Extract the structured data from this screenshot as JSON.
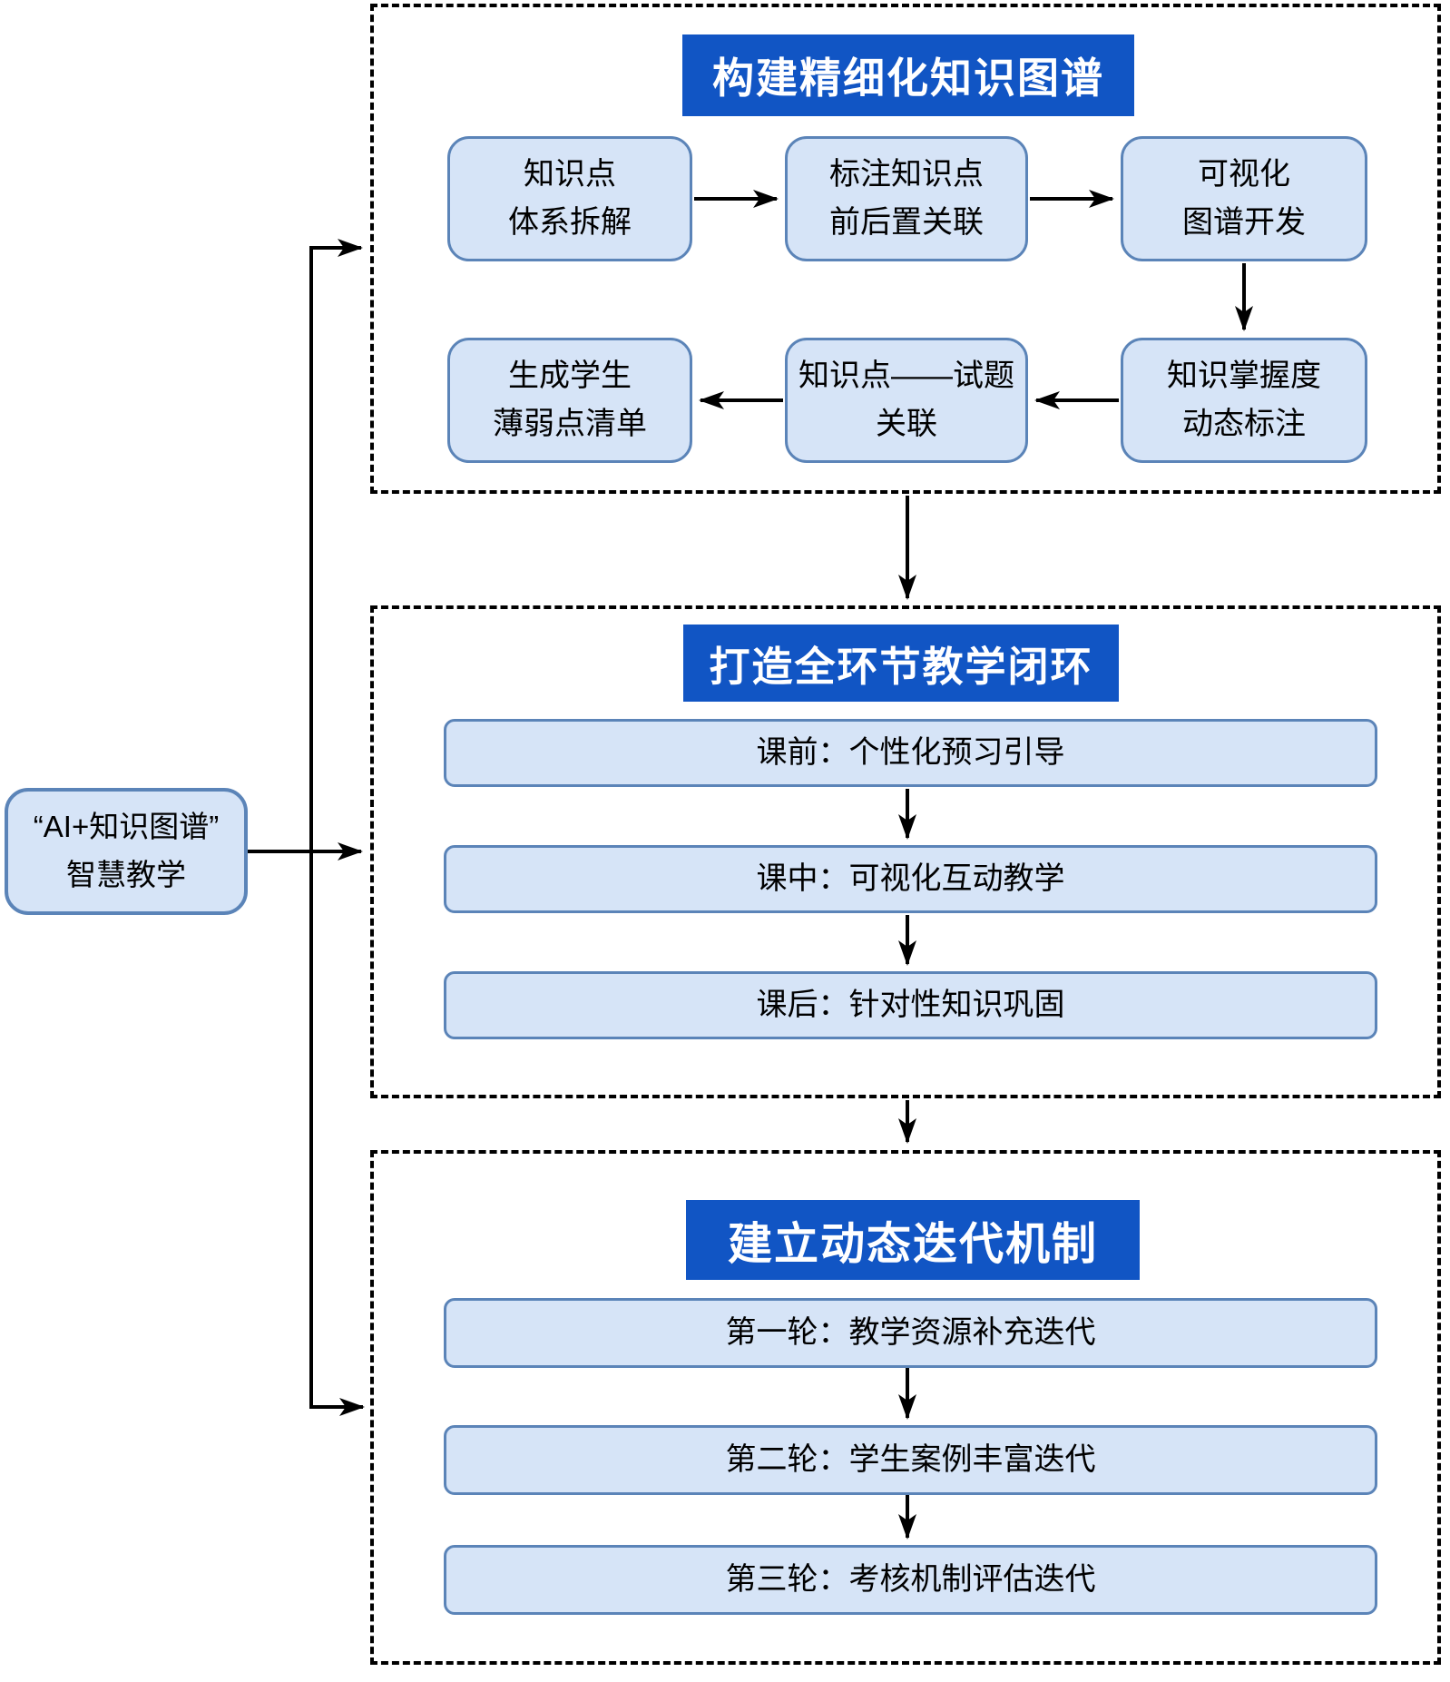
{
  "colors": {
    "node_fill": "#d6e4f7",
    "node_border": "#5b84b8",
    "title_bg": "#1155c4",
    "title_text": "#ffffff",
    "arrow": "#000000",
    "dashed_border": "#000000"
  },
  "root_node": {
    "label": "“AI+知识图谱”\n智慧教学"
  },
  "sections": [
    {
      "id": "build-knowledge-graph",
      "title": "构建精细化知识图谱",
      "row1": [
        {
          "label": "知识点\n体系拆解"
        },
        {
          "label": "标注知识点\n前后置关联"
        },
        {
          "label": "可视化\n图谱开发"
        }
      ],
      "row2": [
        {
          "label": "生成学生\n薄弱点清单"
        },
        {
          "label": "知识点——试题\n关联"
        },
        {
          "label": "知识掌握度\n动态标注"
        }
      ]
    },
    {
      "id": "teaching-loop",
      "title": "打造全环节教学闭环",
      "steps": [
        {
          "label": "课前：个性化预习引导"
        },
        {
          "label": "课中：可视化互动教学"
        },
        {
          "label": "课后：针对性知识巩固"
        }
      ]
    },
    {
      "id": "iteration-mechanism",
      "title": "建立动态迭代机制",
      "steps": [
        {
          "label": "第一轮：教学资源补充迭代"
        },
        {
          "label": "第二轮：学生案例丰富迭代"
        },
        {
          "label": "第三轮：考核机制评估迭代"
        }
      ]
    }
  ]
}
